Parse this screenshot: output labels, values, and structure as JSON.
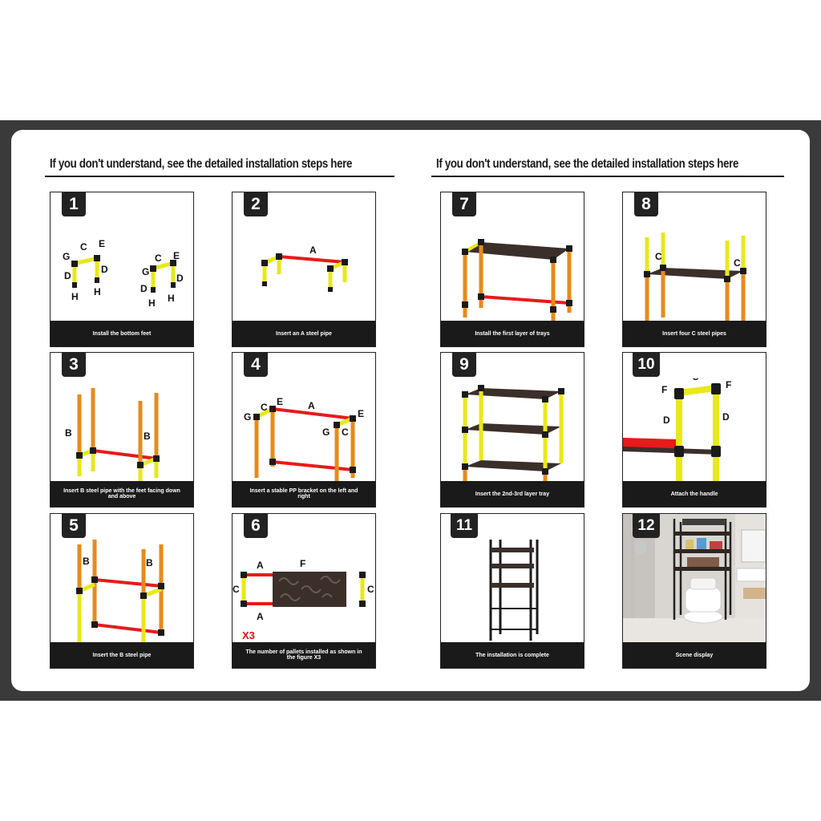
{
  "headings": {
    "left": "If you don't understand, see the detailed installation steps here",
    "right": "If you don't understand, see the detailed installation steps here"
  },
  "steps": [
    {
      "num": "1",
      "caption": "Install the bottom feet"
    },
    {
      "num": "2",
      "caption": "Insert an A steel pipe"
    },
    {
      "num": "3",
      "caption": "Insert B steel pipe with the feet facing down and above"
    },
    {
      "num": "4",
      "caption": "Insert a stable PP bracket on the left and right"
    },
    {
      "num": "5",
      "caption": "Insert the B steel pipe"
    },
    {
      "num": "6",
      "caption": "The number of pallets installed as shown in the figure X3"
    },
    {
      "num": "7",
      "caption": "Install the first layer of trays"
    },
    {
      "num": "8",
      "caption": "Insert four C steel pipes"
    },
    {
      "num": "9",
      "caption": "Insert the 2nd-3rd layer tray"
    },
    {
      "num": "10",
      "caption": "Attach the handle"
    },
    {
      "num": "11",
      "caption": "The installation is complete"
    },
    {
      "num": "12",
      "caption": "Scene display"
    }
  ],
  "part_labels": {
    "A": "A",
    "B": "B",
    "C": "C",
    "D": "D",
    "E": "E",
    "F": "F",
    "G": "G",
    "H": "H",
    "multiplier": "X3"
  },
  "colors": {
    "frame": "#3a3a3a",
    "caption_bar": "#1a1a1a",
    "pipe_yellow": "#e8e81a",
    "pipe_orange": "#e88a1a",
    "pipe_red": "#e81a1a",
    "tray": "#3b2f2a",
    "joint": "#1a1a1a"
  }
}
